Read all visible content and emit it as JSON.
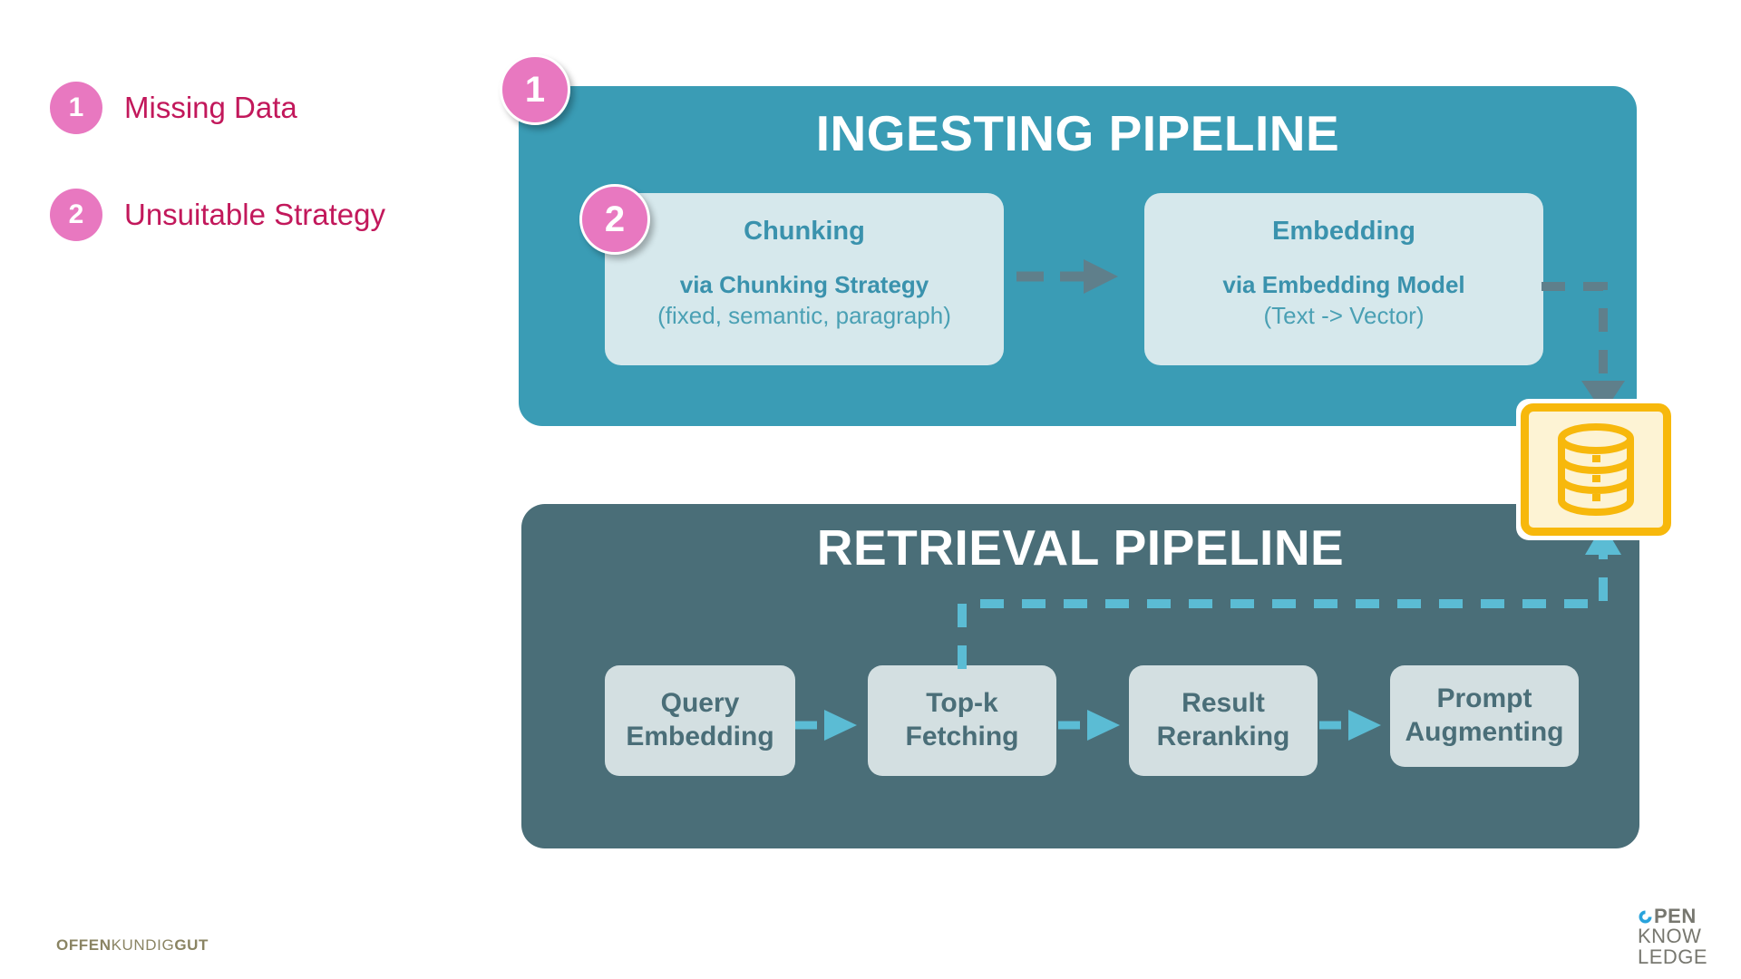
{
  "legend": {
    "items": [
      {
        "number": "1",
        "label": "Missing Data"
      },
      {
        "number": "2",
        "label": "Unsuitable Strategy"
      }
    ]
  },
  "callouts": [
    {
      "number": "1",
      "target": "ingesting-pipeline"
    },
    {
      "number": "2",
      "target": "chunking-step"
    }
  ],
  "ingesting_pipeline": {
    "title": "INGESTING PIPELINE",
    "steps": [
      {
        "title": "Chunking",
        "subtitle_bold": "via Chunking Strategy",
        "subtitle_regular": "(fixed, semantic, paragraph)"
      },
      {
        "title": "Embedding",
        "subtitle_bold": "via Embedding Model",
        "subtitle_regular": "(Text -> Vector)"
      }
    ]
  },
  "retrieval_pipeline": {
    "title": "RETRIEVAL PIPELINE",
    "steps": [
      {
        "line1": "Query",
        "line2": "Embedding"
      },
      {
        "line1": "Top-k",
        "line2": "Fetching"
      },
      {
        "line1": "Result",
        "line2": "Reranking"
      },
      {
        "line1": "Prompt",
        "line2": "Augmenting"
      }
    ]
  },
  "datastore": {
    "icon": "database-icon"
  },
  "footer": {
    "logo_left": {
      "part1": "OFFEN",
      "part2": "KUNDIG",
      "part3": "GUT"
    },
    "logo_right": {
      "line1": "PEN",
      "line2": "KNOW",
      "line3": "LEDGE"
    }
  },
  "colors": {
    "ingesting_panel": "#3a9cb5",
    "retrieval_panel": "#4a6e78",
    "ingesting_card": "#d6e8ec",
    "retrieval_card": "#d3dfe1",
    "callout_pink": "#e878c0",
    "legend_text": "#c2185b",
    "database_border": "#f7b80c",
    "database_fill": "#fdf3d4",
    "retrieval_arrow": "#5bbcd4",
    "ingesting_arrow": "#5f7f8b"
  }
}
